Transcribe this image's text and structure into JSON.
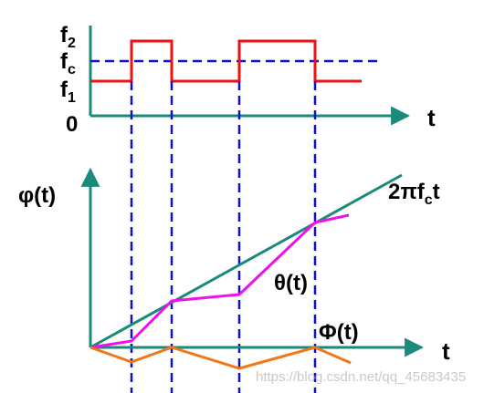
{
  "top_panel": {
    "f2_base": "f",
    "f2_sub": "2",
    "fc_base": "f",
    "fc_sub": "c",
    "f1_base": "f",
    "f1_sub": "1",
    "zero": "0",
    "time_axis": "t"
  },
  "bottom_panel": {
    "phi_axis": "φ(t)",
    "time_axis": "t",
    "ref_line_a": "2πf",
    "ref_line_sub": "c",
    "ref_line_b": "t",
    "theta_label": "θ(t)",
    "Phi_label": "Φ(t)"
  },
  "watermark": "https://blog.csdn.net/qq_45683435",
  "colors": {
    "axis": "#1a8a7a",
    "frequency_signal": "#ee1111",
    "carrier_dash": "#1010cc",
    "theta_curve": "#ee11ee",
    "phase_error": "#f07818",
    "reference_line": "#1a8a7a"
  }
}
